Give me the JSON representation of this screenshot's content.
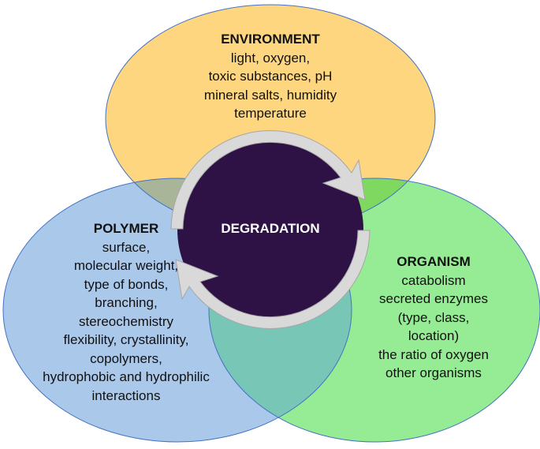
{
  "colors": {
    "environment": "#fdd67f",
    "polymer": "#a9c8ea",
    "organism": "#96ec94",
    "outline": "#4472c4",
    "center": "#2e1145",
    "arrow": "#d9d9d9"
  },
  "center": {
    "label": "DEGRADATION"
  },
  "environment": {
    "title": "ENVIRONMENT",
    "lines": [
      "light, oxygen,",
      "toxic substances, pH",
      "mineral salts, humidity",
      "temperature"
    ]
  },
  "polymer": {
    "title": "POLYMER",
    "lines": [
      "surface,",
      "molecular weight,",
      "type of bonds,",
      "branching,",
      "stereochemistry",
      "flexibility, crystallinity,",
      "copolymers,",
      "hydrophobic and hydrophilic",
      "interactions"
    ]
  },
  "organism": {
    "title": "ORGANISM",
    "lines": [
      "catabolism",
      "secreted enzymes",
      "(type, class,",
      "location)",
      "the ratio of oxygen",
      "other organisms"
    ]
  }
}
